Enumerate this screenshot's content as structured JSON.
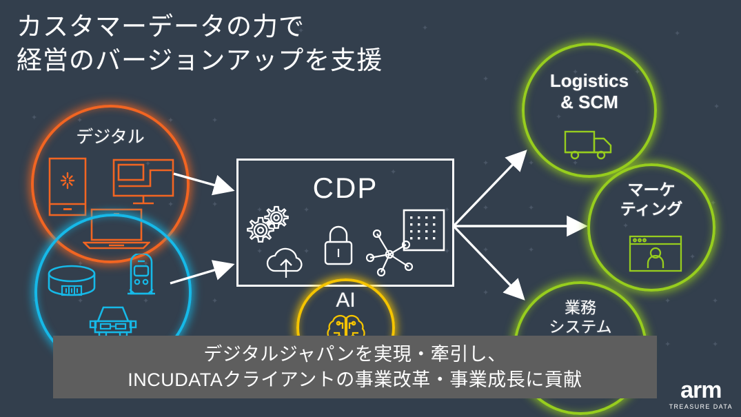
{
  "slide": {
    "background_color": "#333f4d",
    "title": "カスタマーデータの力で\n経営のバージョンアップを支援"
  },
  "colors": {
    "background": "#333f4d",
    "orange": "#f26522",
    "cyan": "#16b9e8",
    "yellow": "#f5c400",
    "green": "#97cd1e",
    "white": "#ffffff",
    "banner_gray": "#5e5e5e"
  },
  "sources": {
    "digital": {
      "label": "デジタル",
      "color": "#f26522",
      "icons": [
        "smartphone-icon",
        "monitor-icon",
        "laptop-icon"
      ]
    },
    "iot": {
      "label": "",
      "color": "#16b9e8",
      "icons": [
        "smart-band-icon",
        "train-icon",
        "car-icon"
      ]
    }
  },
  "platform": {
    "title": "CDP",
    "border_color": "#ffffff",
    "icons": [
      "gears-icon",
      "cloud-upload-icon",
      "lock-icon",
      "network-nodes-icon",
      "dot-matrix-icon"
    ]
  },
  "ai": {
    "label": "AI",
    "color": "#f5c400",
    "icon": "brain-circuit-icon"
  },
  "outputs": [
    {
      "label": "Logistics\n& SCM",
      "color": "#97cd1e",
      "icon": "truck-icon"
    },
    {
      "label": "マーケ\nティング",
      "color": "#97cd1e",
      "icon": "browser-person-icon"
    },
    {
      "label": "業務\nシステム",
      "color": "#97cd1e",
      "icon": "server-icon"
    }
  ],
  "banner": {
    "text": "デジタルジャパンを実現・牽引し、\nINCUDATAクライアントの事業改革・事業成長に貢献",
    "background_color": "#5e5e5e"
  },
  "logo": {
    "name": "arm",
    "sub": "TREASURE DATA"
  }
}
